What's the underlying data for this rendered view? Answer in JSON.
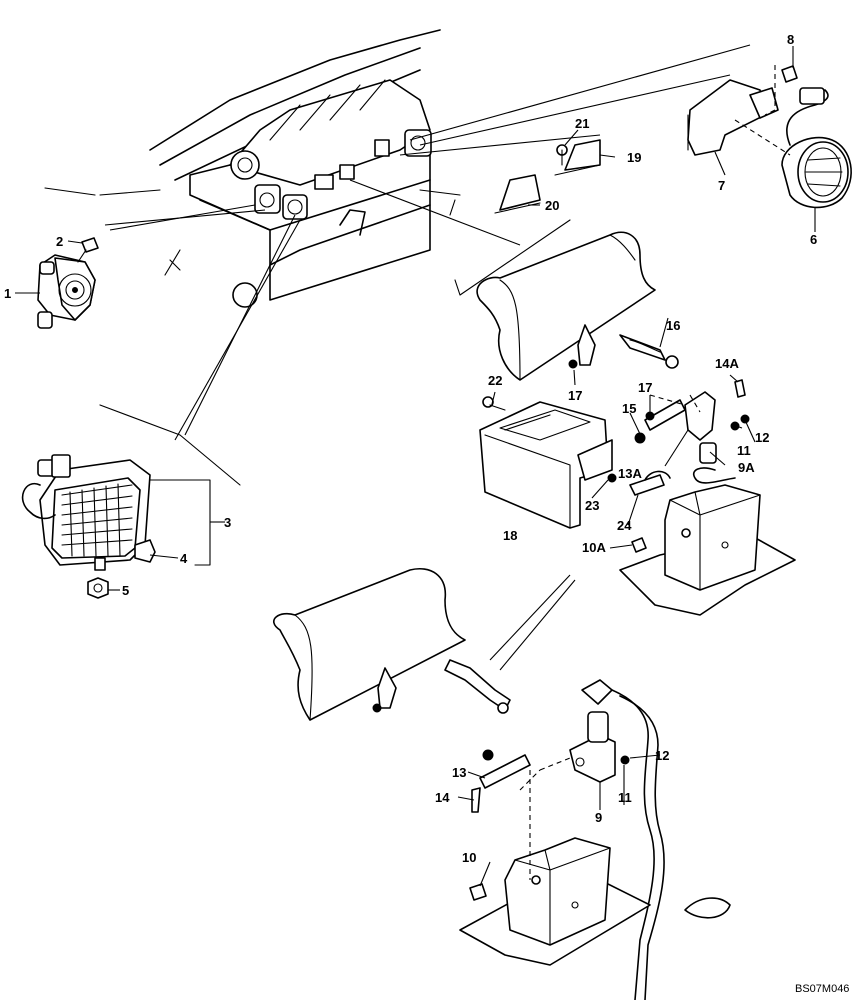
{
  "labels": {
    "p1": "1",
    "p2": "2",
    "p3": "3",
    "p4": "4",
    "p5": "5",
    "p6": "6",
    "p7": "7",
    "p8": "8",
    "p9": "9",
    "p9A": "9A",
    "p10": "10",
    "p10A": "10A",
    "p11a": "11",
    "p11b": "11",
    "p12a": "12",
    "p12b": "12",
    "p13": "13",
    "p13A": "13A",
    "p14": "14",
    "p14A": "14A",
    "p15": "15",
    "p16": "16",
    "p17a": "17",
    "p17b": "17",
    "p18": "18",
    "p19": "19",
    "p20": "20",
    "p21": "21",
    "p22": "22",
    "p23": "23",
    "p24": "24"
  },
  "reference_code": "BS07M046"
}
